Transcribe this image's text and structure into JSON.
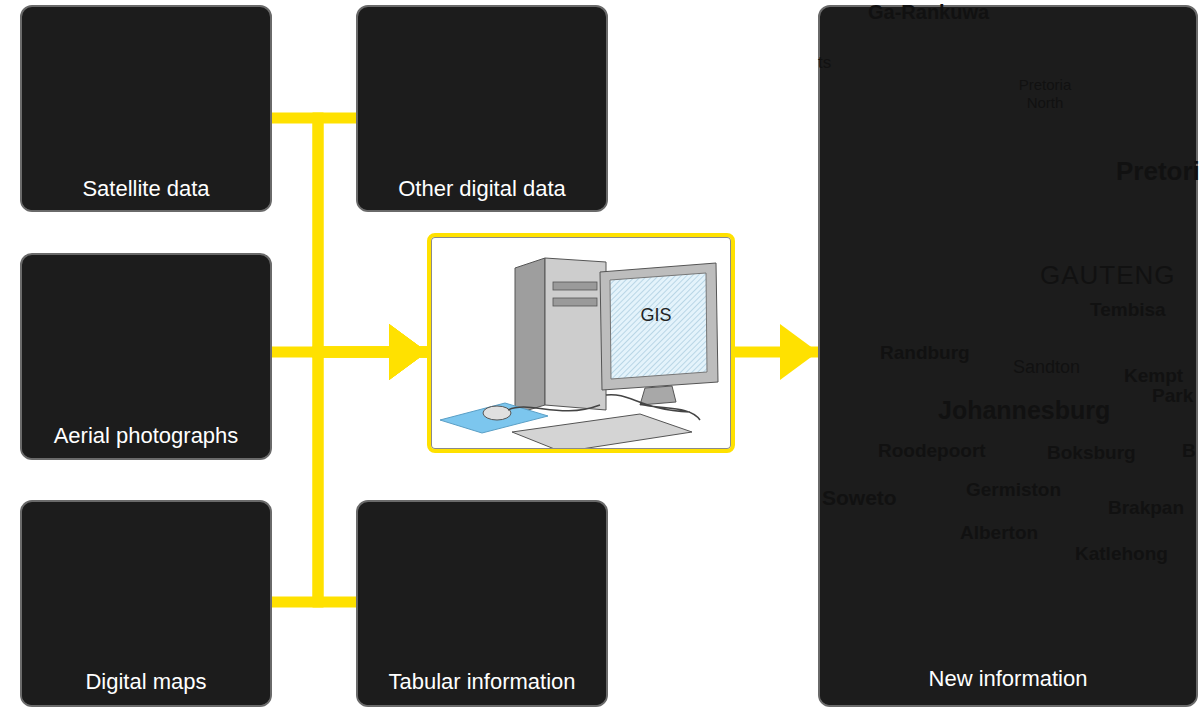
{
  "diagram": {
    "nodes": [
      {
        "text": [
          "Satellite data"
        ]
      },
      {
        "text": [
          "Other digital data"
        ]
      },
      {
        "text": [
          "Aerial photographs"
        ]
      },
      {
        "text": [
          "GIS"
        ]
      },
      {
        "text": [
          "Digital maps"
        ]
      },
      {
        "text": [
          "Tabular information"
        ]
      },
      {
        "text": [
          "New information"
        ]
      }
    ],
    "edges": [
      {
        "from": 0,
        "to": 3,
        "arrow": "to"
      },
      {
        "from": 1,
        "to": 3,
        "arrow": "to"
      },
      {
        "from": 2,
        "to": 3,
        "arrow": "to"
      },
      {
        "from": 4,
        "to": 3,
        "arrow": "to"
      },
      {
        "from": 5,
        "to": 3,
        "arrow": "to"
      },
      {
        "from": 3,
        "to": 6,
        "arrow": "to"
      }
    ],
    "labels": [
      "Ga-Rankuwa",
      "ts",
      "Pretoria North",
      "Pretori",
      "GAUTENG",
      "Tembisa",
      "Randburg",
      "Sandton",
      "Kempt",
      "Park",
      "Johannesburg",
      "Roodepoort",
      "Boksburg",
      "B",
      "Soweto",
      "Germiston",
      "Brakpan",
      "Alberton",
      "Katlehong"
    ]
  }
}
